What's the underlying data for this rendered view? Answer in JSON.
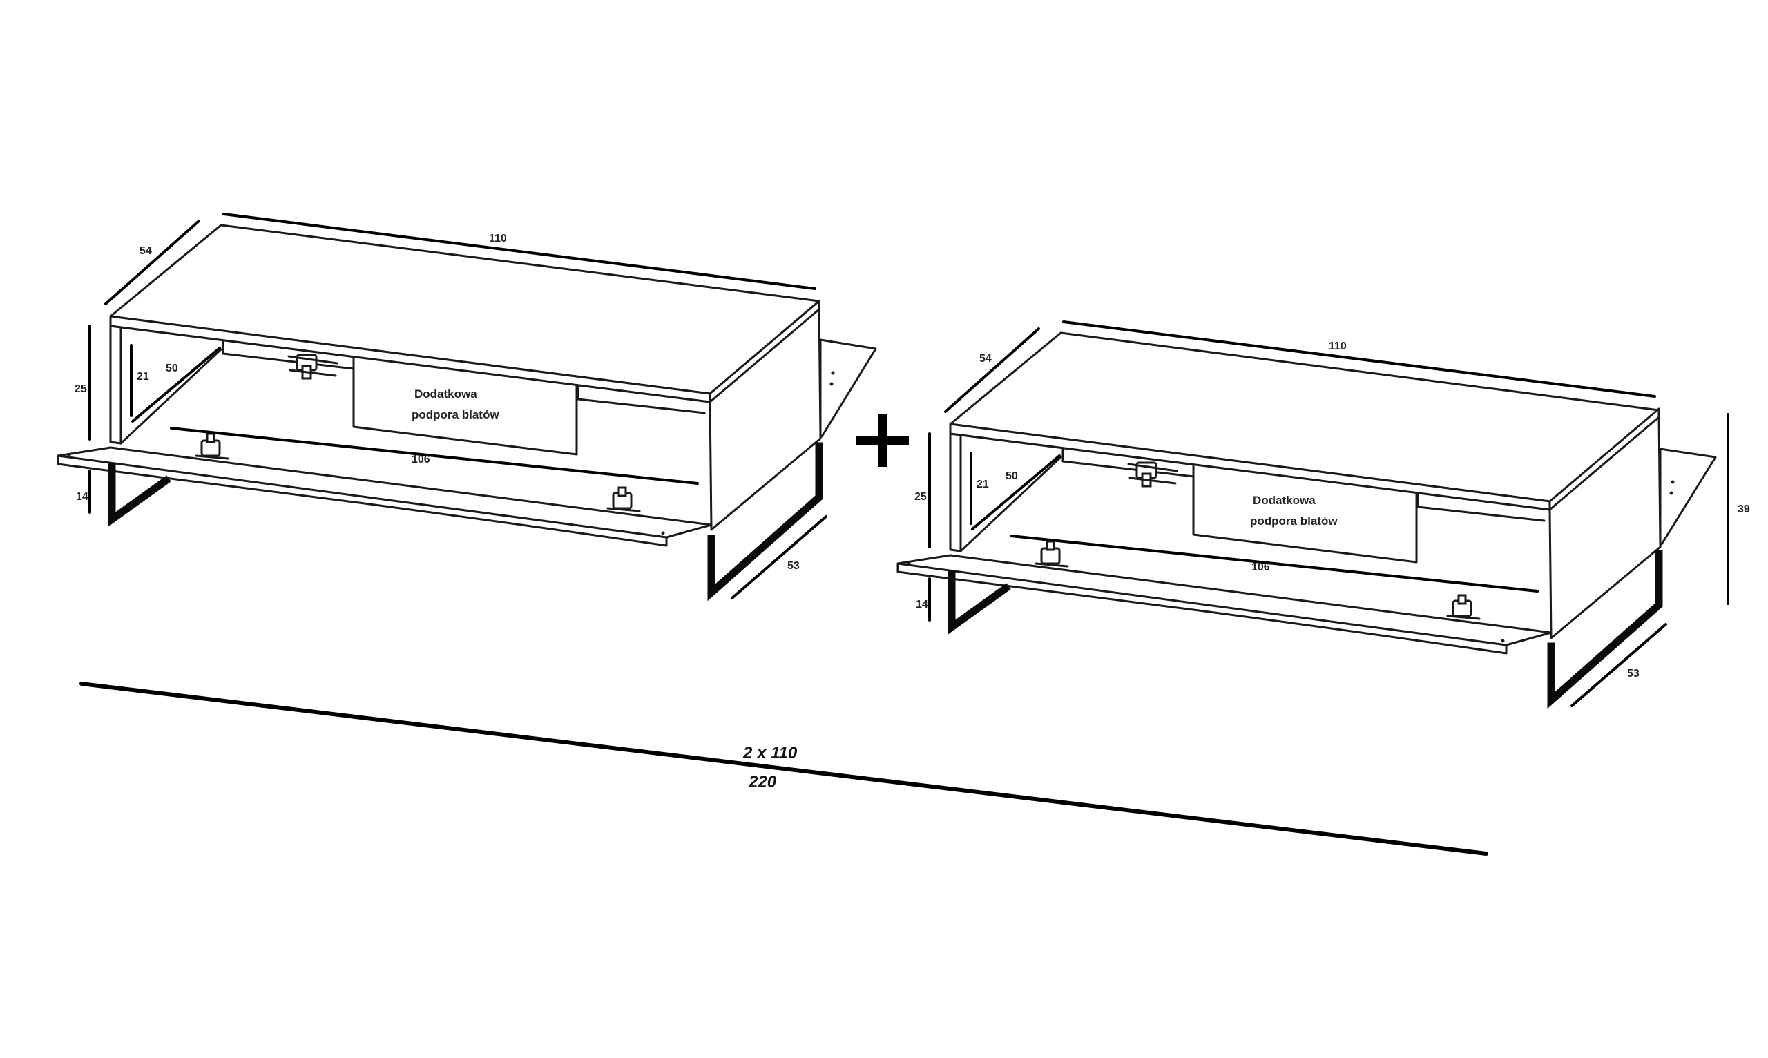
{
  "unit_a": {
    "width": "110",
    "depth_top": "54",
    "height_body": "25",
    "inner_height": "21",
    "inner_depth": "50",
    "inner_width": "106",
    "leg_height": "14",
    "leg_depth": "53",
    "support_note": [
      "Dodatkowa",
      "podpora blatów"
    ]
  },
  "unit_b": {
    "width": "110",
    "depth_top": "54",
    "height_body": "25",
    "inner_height": "21",
    "inner_depth": "50",
    "inner_width": "106",
    "leg_height": "14",
    "leg_depth": "53",
    "total_height": "39",
    "support_note": [
      "Dodatkowa",
      "podpora blatów"
    ]
  },
  "combined": {
    "operator": "+",
    "formula": "2 x 110",
    "total": "220"
  }
}
